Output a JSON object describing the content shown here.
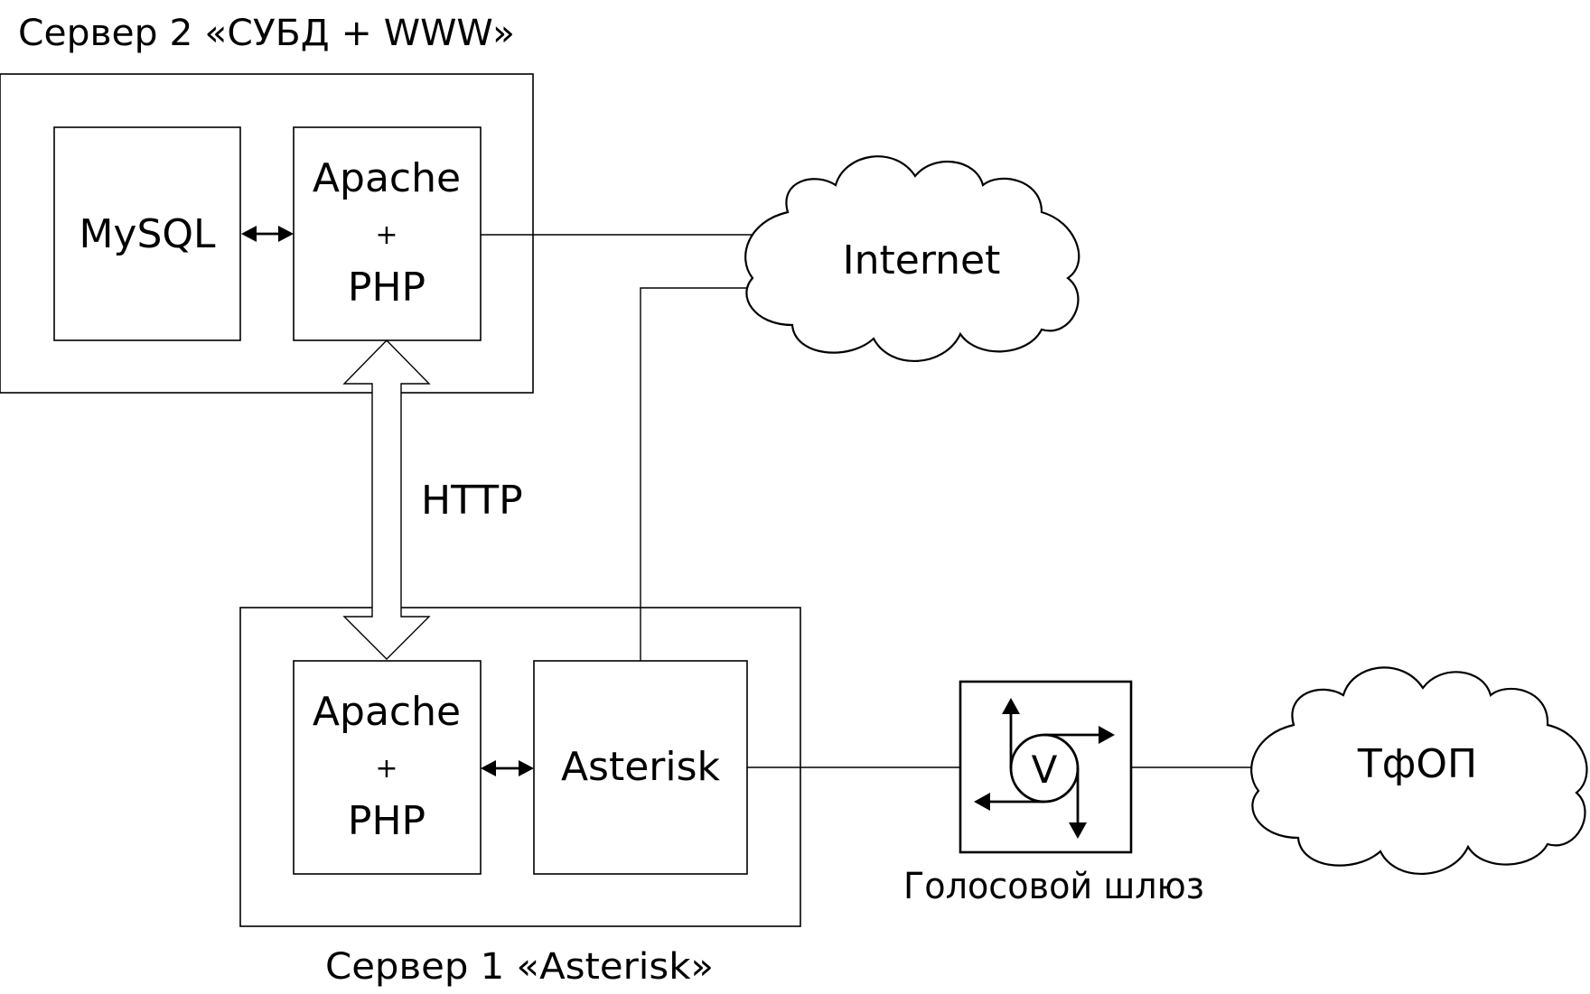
{
  "server2": {
    "caption": "Сервер 2 «СУБД + WWW»",
    "mysql": "MySQL",
    "apache": {
      "line1": "Apache",
      "line2": "+",
      "line3": "PHP"
    }
  },
  "server1": {
    "caption": "Сервер 1 «Asterisk»",
    "apache": {
      "line1": "Apache",
      "line2": "+",
      "line3": "PHP"
    },
    "asterisk": "Asterisk"
  },
  "link_label": "HTTP",
  "internet": "Internet",
  "pstn": "ТфОП",
  "gateway": {
    "caption": "Голосовой шлюз",
    "symbol": "V"
  }
}
